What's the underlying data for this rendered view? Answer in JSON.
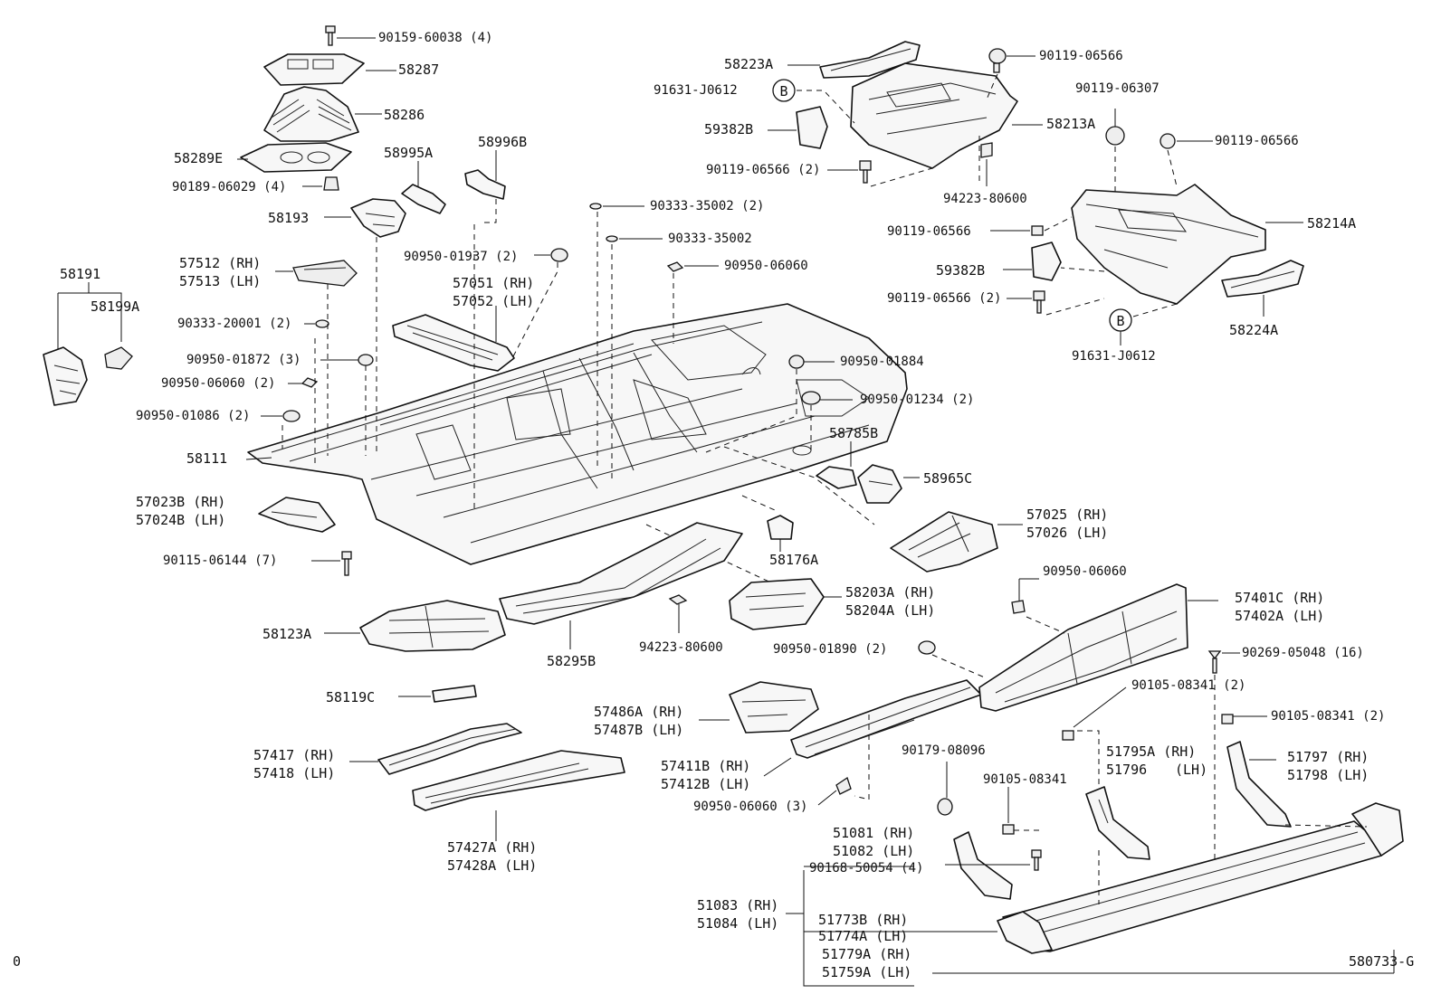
{
  "diagram": {
    "corner_code": "0",
    "figure_code": "580733-G",
    "callouts": {
      "p90159": "90159-60038 (4)",
      "p58287": "58287",
      "p58286": "58286",
      "p58289e": "58289E",
      "p90189": "90189-06029 (4)",
      "p58995a": "58995A",
      "p58996b": "58996B",
      "p58193": "58193",
      "p58191": "58191",
      "p58199a": "58199A",
      "p57512": "57512 (RH)",
      "p57513": "57513 (LH)",
      "p90333_20001": "90333-20001 (2)",
      "p90950_01872": "90950-01872 (3)",
      "p90950_06060_2": "90950-06060 (2)",
      "p90950_01086": "90950-01086 (2)",
      "p58111": "58111",
      "p57023b": "57023B (RH)",
      "p57024b": "57024B (LH)",
      "p90115": "90115-06144 (7)",
      "p58123a": "58123A",
      "p58119c": "58119C",
      "p57417": "57417 (RH)",
      "p57418": "57418 (LH)",
      "p57427a": "57427A (RH)",
      "p57428a": "57428A (LH)",
      "p58295b": "58295B",
      "p90950_01937": "90950-01937 (2)",
      "p57051": "57051 (RH)",
      "p57052": "57052 (LH)",
      "p90333_35002_2": "90333-35002 (2)",
      "p90333_35002": "90333-35002",
      "p90950_06060_a": "90950-06060",
      "p90950_01884": "90950-01884",
      "p90950_01234": "90950-01234 (2)",
      "p58785b": "58785B",
      "p58965c": "58965C",
      "p58176a": "58176A",
      "p57025": "57025 (RH)",
      "p57026": "57026 (LH)",
      "p58203a": "58203A (RH)",
      "p58204a": "58204A (LH)",
      "p94223_a": "94223-80600",
      "p90950_06060_b": "90950-06060",
      "p57401c": "57401C (RH)",
      "p57402a": "57402A (LH)",
      "p90950_01890": "90950-01890 (2)",
      "p90269": "90269-05048 (16)",
      "p90105_2a": "90105-08341 (2)",
      "p90105_2b": "90105-08341 (2)",
      "p57486a": "57486A (RH)",
      "p57487b": "57487B (LH)",
      "p57411b": "57411B (RH)",
      "p57412b": "57412B (LH)",
      "p90179": "90179-08096",
      "p90105": "90105-08341",
      "p90950_06060_3": "90950-06060 (3)",
      "p51795a": "51795A (RH)",
      "p51796": "51796",
      "p51796_lh": "(LH)",
      "p51797": "51797 (RH)",
      "p51798": "51798 (LH)",
      "p51081": "51081 (RH)",
      "p51082": "51082 (LH)",
      "p90168": "90168-50054 (4)",
      "p51083": "51083 (RH)",
      "p51084": "51084 (LH)",
      "p51773b": "51773B (RH)",
      "p51774a": "51774A (LH)",
      "p51779a": "51779A (RH)",
      "p51759a": "51759A (LH)",
      "p58223a": "58223A",
      "p91631_a": "91631-J0612",
      "p59382b_a": "59382B",
      "p90119_06566_a": "90119-06566",
      "p58213a": "58213A",
      "p90119_06566_2a": "90119-06566 (2)",
      "p94223_b": "94223-80600",
      "p90119_06307": "90119-06307",
      "p90119_06566_b": "90119-06566",
      "p90119_06566_c": "90119-06566",
      "p58214a": "58214A",
      "p59382b_b": "59382B",
      "p90119_06566_2b": "90119-06566 (2)",
      "p58224a": "58224A",
      "p91631_b": "91631-J0612",
      "ref_b1": "B",
      "ref_b2": "B"
    }
  }
}
